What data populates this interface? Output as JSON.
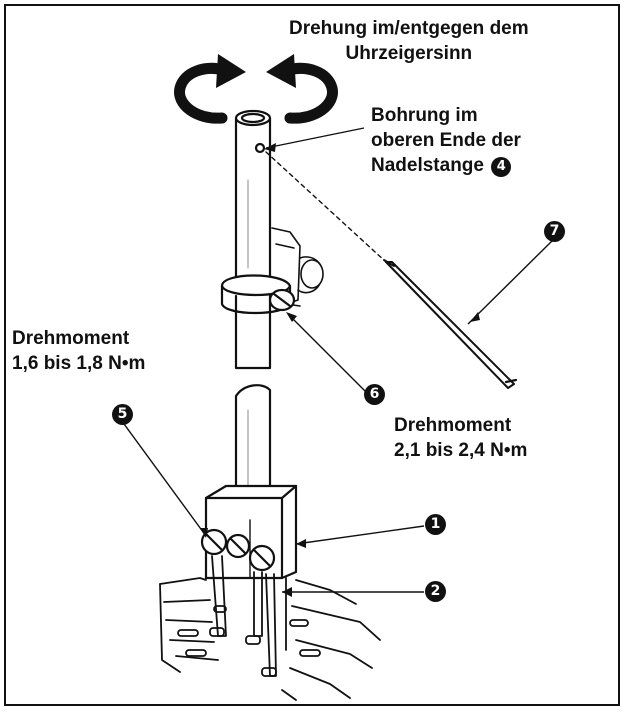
{
  "labels": {
    "rotation_line1": "Drehung im/entgegen dem",
    "rotation_line2": "Uhrzeigersinn",
    "hole_line1": "Bohrung im",
    "hole_line2": "oberen Ende der",
    "hole_line3": "Nadelstange",
    "hole_ref": "4",
    "torque_left_line1": "Drehmoment",
    "torque_left_line2": "1,6 bis 1,8 N•m",
    "torque_right_line1": "Drehmoment",
    "torque_right_line2": "2,1 bis 2,4 N•m"
  },
  "callouts": {
    "c1": "1",
    "c2": "2",
    "c5": "5",
    "c6": "6",
    "c7": "7"
  },
  "colors": {
    "ink": "#111111",
    "paper": "#ffffff",
    "shade": "#d9d9d9"
  }
}
